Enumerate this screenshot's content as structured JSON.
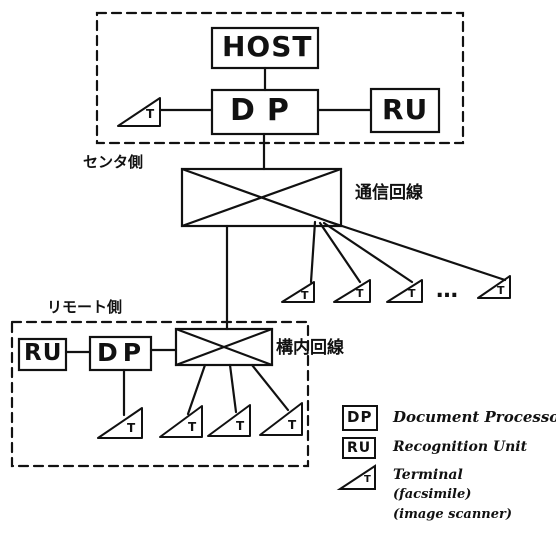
{
  "nodes": {
    "host": "HOST",
    "center_dp": "DP",
    "center_ru": "RU",
    "remote_ru": "RU",
    "remote_dp": "DP",
    "center_terminal": "T",
    "network_terminals": [
      "T",
      "T",
      "T",
      "T"
    ],
    "remote_terminals": [
      "T",
      "T",
      "T",
      "T"
    ],
    "ellipsis": "…"
  },
  "regions": {
    "center_label": "センタ側",
    "remote_label": "リモート側",
    "wan_label": "通信回線",
    "lan_label": "構内回線"
  },
  "legend": [
    {
      "symbol": "DP",
      "text": "Document Processor"
    },
    {
      "symbol": "RU",
      "text": "Recognition Unit"
    },
    {
      "symbol": "T",
      "text": "Terminal"
    }
  ],
  "legend_terminal_notes": [
    "(facsimile)",
    "(image scanner)"
  ],
  "colors": {
    "ink": "#111111",
    "paper": "#ffffff"
  }
}
